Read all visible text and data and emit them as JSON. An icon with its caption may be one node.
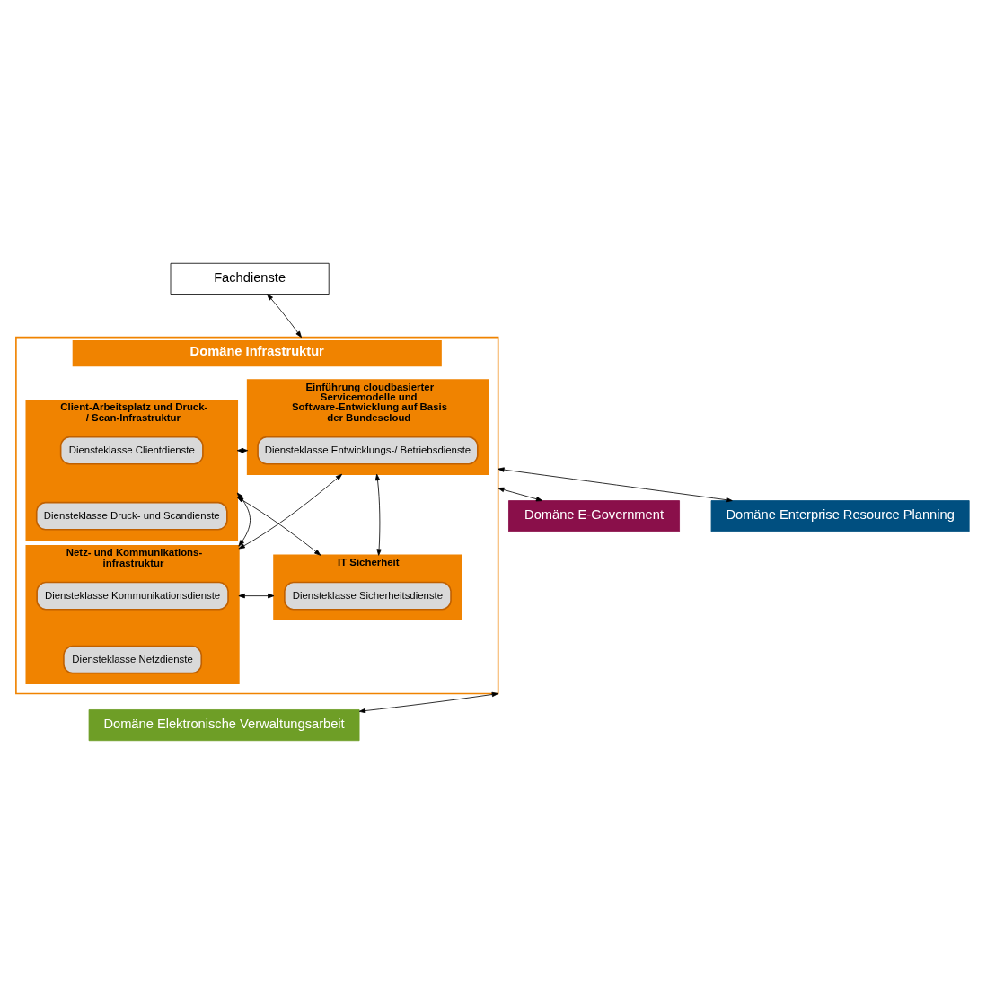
{
  "diagram": {
    "nodes": [
      {
        "text": [
          "Fachdienste"
        ]
      },
      {
        "text": [
          "Domäne E-Government"
        ]
      },
      {
        "text": [
          "Domäne Infrastruktur"
        ]
      },
      {
        "text": [
          "Einführung cloudbasierter Servicemodelle und Software-Entwicklung auf Basis der Bundescloud"
        ],
        "in": 2
      },
      {
        "text": [
          "Diensteklasse Entwicklungs-/ Betriebsdienste"
        ],
        "in": 3
      },
      {
        "text": [
          "Client-Arbeitsplatz und Druck- / Scan-Infrastruktur"
        ],
        "in": 2
      },
      {
        "text": [
          "Diensteklasse Clientdienste"
        ],
        "in": 5
      },
      {
        "text": [
          "Diensteklasse Druck- und Scandienste"
        ],
        "in": 5
      },
      {
        "text": [
          "IT Sicherheit"
        ],
        "in": 2
      },
      {
        "text": [
          "Diensteklasse Sicherheitsdienste"
        ],
        "in": 8
      },
      {
        "text": [
          "Netz- und Kommunikations- infrastruktur"
        ],
        "in": 2
      },
      {
        "text": [
          "Diensteklasse Kommunikationsdienste"
        ],
        "in": 10
      },
      {
        "text": [
          "Diensteklasse Netzdienste"
        ],
        "in": 10
      },
      {
        "text": [
          "Domäne Enterprise Resource Planning"
        ]
      },
      {
        "text": [
          "Domäne Elektronische Verwaltungsarbeit"
        ]
      }
    ],
    "edges": [
      {
        "from": 0,
        "to": 2,
        "arrow": "both"
      },
      {
        "from": 1,
        "to": 2,
        "arrow": "both"
      },
      {
        "from": 3,
        "to": 5,
        "arrow": "both"
      },
      {
        "from": 3,
        "to": 8,
        "arrow": "both"
      },
      {
        "from": 3,
        "to": 10,
        "arrow": "both"
      },
      {
        "from": 5,
        "to": 8,
        "arrow": "both"
      },
      {
        "from": 5,
        "to": 10,
        "arrow": "both"
      },
      {
        "from": 8,
        "to": 10,
        "arrow": "both"
      },
      {
        "from": 2,
        "to": 13,
        "arrow": "both"
      },
      {
        "from": 2,
        "to": 14,
        "arrow": "both"
      }
    ]
  }
}
